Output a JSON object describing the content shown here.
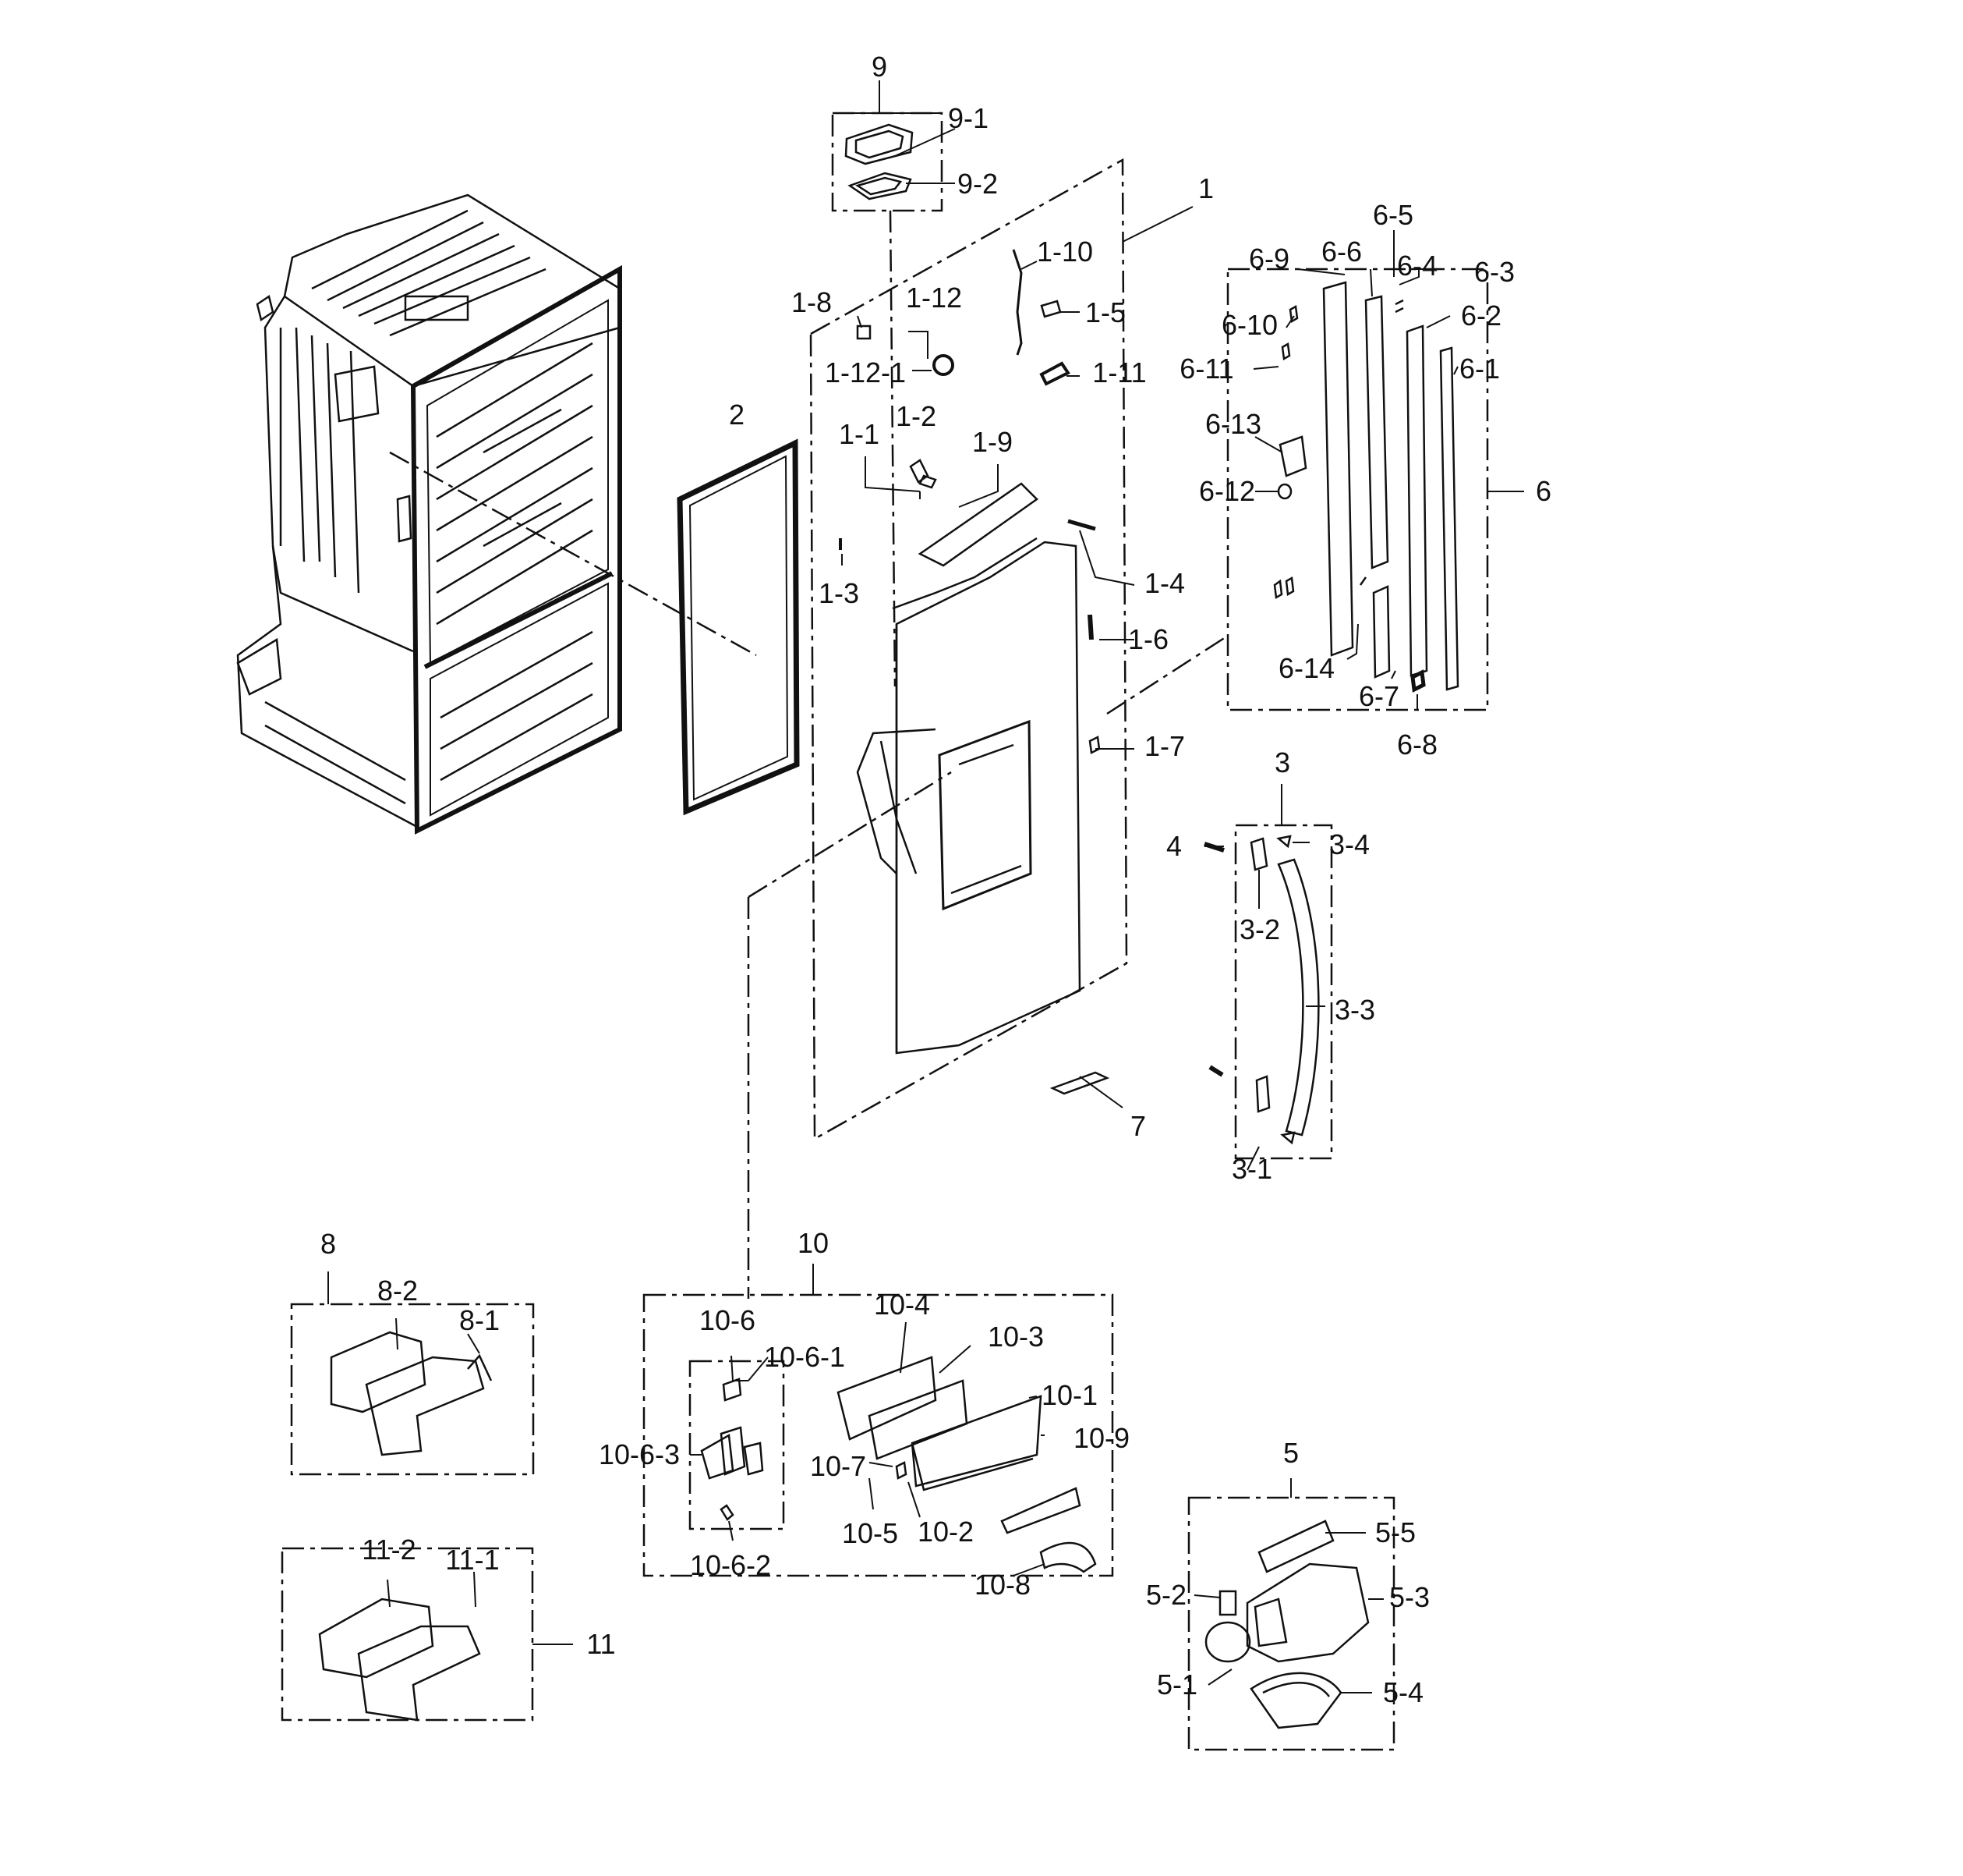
{
  "diagram": {
    "labels": [
      "9",
      "9-1",
      "9-2",
      "1",
      "1-10",
      "1-5",
      "1-8",
      "1-12",
      "1-12-1",
      "1-11",
      "2",
      "1-2",
      "1-1",
      "1-9",
      "1-3",
      "1-4",
      "1-6",
      "1-7",
      "7",
      "6-5",
      "6-9",
      "6-6",
      "6-4",
      "6-3",
      "6-10",
      "6-2",
      "6-11",
      "6-1",
      "6-13",
      "6-12",
      "6",
      "6-14",
      "6-7",
      "6-8",
      "3",
      "4",
      "3-4",
      "3-2",
      "3-3",
      "3-1",
      "8",
      "8-2",
      "8-1",
      "10",
      "10-4",
      "10-6",
      "10-3",
      "10-6-1",
      "10-1",
      "10-9",
      "10-6-3",
      "10-7",
      "10-5",
      "10-2",
      "10-6-2",
      "10-8",
      "11-2",
      "11-1",
      "11",
      "5",
      "5-5",
      "5-2",
      "5-3",
      "5-1",
      "5-4"
    ]
  }
}
